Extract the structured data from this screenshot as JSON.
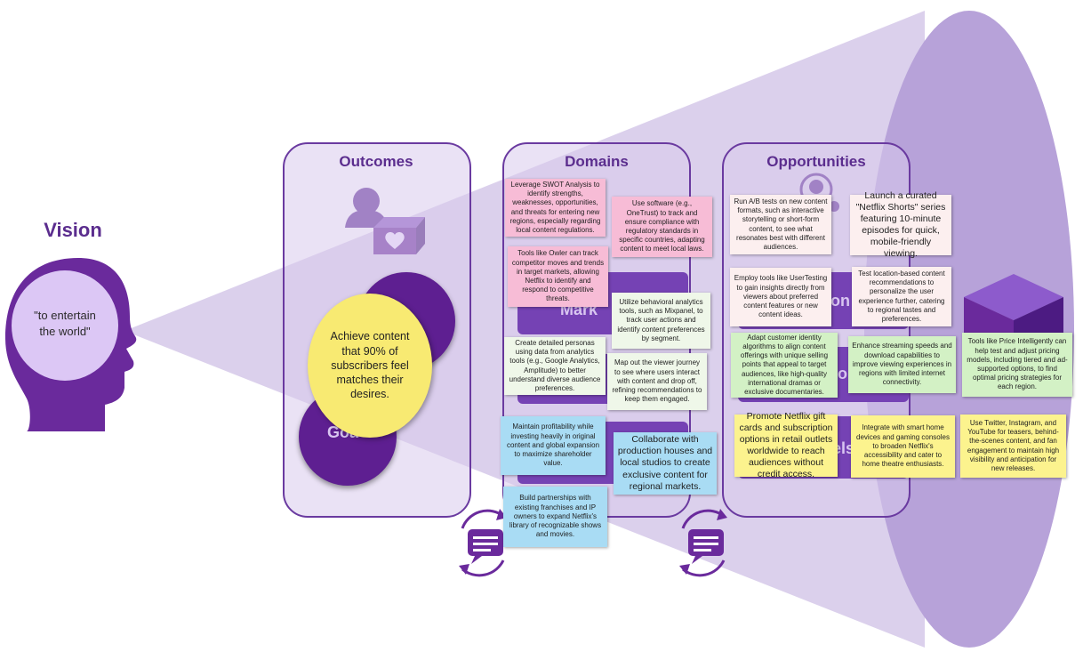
{
  "vision": {
    "heading": "Vision",
    "statement": "\"to entertain the world\""
  },
  "outcomes": {
    "heading": "Outcomes",
    "goal_label": "Goa",
    "circle_note": "Achieve content that 90% of subscribers feel matches their desires."
  },
  "domains": {
    "heading": "Domains",
    "bar_fragments": [
      "Mark",
      "",
      "l"
    ],
    "notes": [
      "Leverage SWOT Analysis to identify strengths, weaknesses, opportunities, and threats for entering new regions, especially regarding local content regulations.",
      "Use software (e.g., OneTrust) to track and ensure compliance with regulatory standards in specific countries, adapting content to meet local laws.",
      "Tools like Owler can track competitor moves and trends in target markets, allowing Netflix to identify and respond to competitive threats.",
      "Utilize behavioral analytics tools, such as Mixpanel, to track user actions and identify content preferences by segment.",
      "Create detailed personas using data from analytics tools (e.g., Google Analytics, Amplitude) to better understand diverse audience preferences.",
      "Map out the viewer journey to see where users interact with content and drop off, refining recommendations to keep them engaged.",
      "Maintain profitability while investing heavily in original content and global expansion to maximize shareholder value.",
      "Collaborate with production houses and local studios to create exclusive content for regional markets.",
      "Build partnerships with existing franchises and IP owners to expand Netflix's library of recognizable shows and movies."
    ]
  },
  "opportunities": {
    "heading": "Opportunities",
    "bar_fragments": [
      "on",
      "o",
      "els"
    ],
    "notes": [
      "Run A/B tests on new content formats, such as interactive storytelling or short-form content, to see what resonates best with different audiences.",
      "Launch a curated \"Netflix Shorts\" series featuring 10-minute episodes for quick, mobile-friendly viewing.",
      "Employ tools like UserTesting to gain insights directly from viewers about preferred content features or new content ideas.",
      "Test location-based content recommendations to personalize the user experience further, catering to regional tastes and preferences.",
      "Adapt customer identity algorithms to align content offerings with unique selling points that appeal to target audiences, like high-quality international dramas or exclusive documentaries.",
      "Enhance streaming speeds and download capabilities to improve viewing experiences in regions with limited internet connectivity.",
      "Tools like Price Intelligently can help test and adjust pricing models, including tiered and ad-supported options, to find optimal pricing strategies for each region.",
      "Promote Netflix gift cards and subscription options in retail outlets worldwide to reach audiences without credit access.",
      "Integrate with smart home devices and gaming consoles to broaden Netflix's accessibility and cater to home theatre enthusiasts.",
      "Use Twitter, Instagram, and YouTube for teasers, behind-the-scenes content, and fan engagement to maintain high visibility and anticipation for new releases."
    ]
  },
  "colors": {
    "purple": "#5b2d8e",
    "accent": "#7542b4",
    "cone": "#d6c8ea",
    "cone_end": "#b6a0d8"
  },
  "icons": [
    "head-icon",
    "user-icon",
    "heart-box-icon",
    "team-icon",
    "cube-icon",
    "feedback-cycle-icon"
  ]
}
